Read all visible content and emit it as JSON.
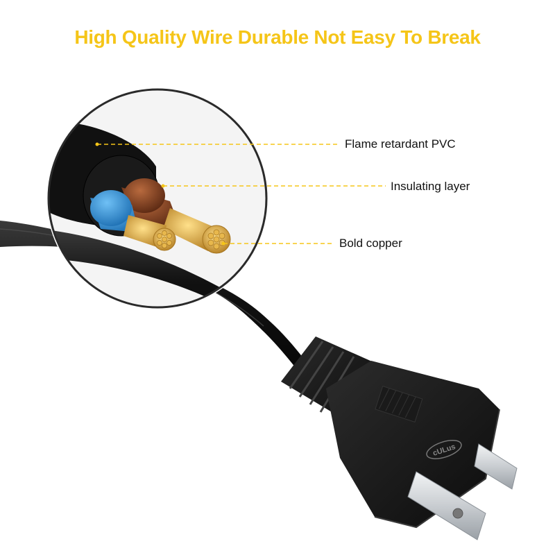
{
  "headline": {
    "text": "High Quality Wire Durable Not Easy To Break",
    "color": "#f5c518"
  },
  "callouts": [
    {
      "label": "Flame retardant PVC"
    },
    {
      "label": "Insulating layer"
    },
    {
      "label": "Bold copper"
    }
  ],
  "plug": {
    "certification_mark": "cULus"
  },
  "colors": {
    "callout_line": "#f5c518",
    "cable_jacket": "#111111",
    "blue_insulation": "#2f8fd6",
    "brown_insulation": "#7a3a1c",
    "copper": "#d9a53a",
    "prong": "#d8dcdf"
  },
  "icons": [
    "cable-cross-section-illustration",
    "power-plug-illustration"
  ]
}
